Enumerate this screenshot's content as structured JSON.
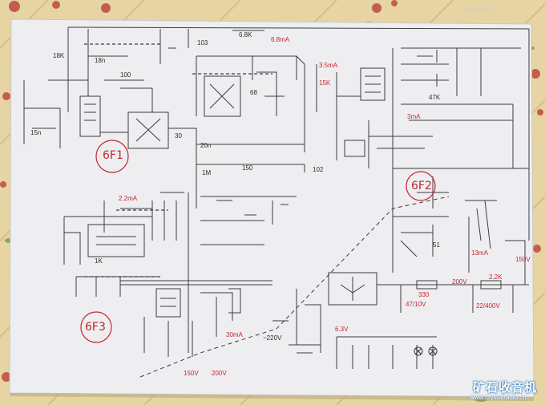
{
  "photo": {
    "description_none": "",
    "colors": {
      "paper": "#ececef",
      "ink": "#3a3a3a",
      "red_ink": "#c4262e",
      "tablecloth": "#e8d7a6",
      "flower": "#c0574f"
    }
  },
  "watermark": "taoBao",
  "logo": {
    "cn": "矿石收音机",
    "url": "www.crystalradio.cn"
  },
  "tubes": {
    "t1": "6F1",
    "t2": "6F2",
    "t3": "6F3"
  },
  "labels": {
    "r68k": "6.8K",
    "i68": "6.8mA",
    "i35": "3.5mA",
    "r15k": "15K",
    "r18k": "18K",
    "v150a": "150V",
    "v150b": "150V",
    "v200a": "200V",
    "v200b": "200V",
    "i13": "13mA",
    "i3": "3mA",
    "i22": "2.2mA",
    "i30": "30mA",
    "r22k": "2.2K",
    "r330": "330",
    "c47": "47/10V",
    "c22": "22/400V",
    "ac": "~220V",
    "v63": "6.3V",
    "r1m": "1M",
    "r1k": "1K",
    "r47k": "47K",
    "r100": "100",
    "r15n": "15n",
    "c30": "30",
    "c150": "150",
    "c103": "103",
    "c102": "102",
    "c68": "68",
    "r20n": "20n",
    "r18n": "18n",
    "r51": "51"
  }
}
